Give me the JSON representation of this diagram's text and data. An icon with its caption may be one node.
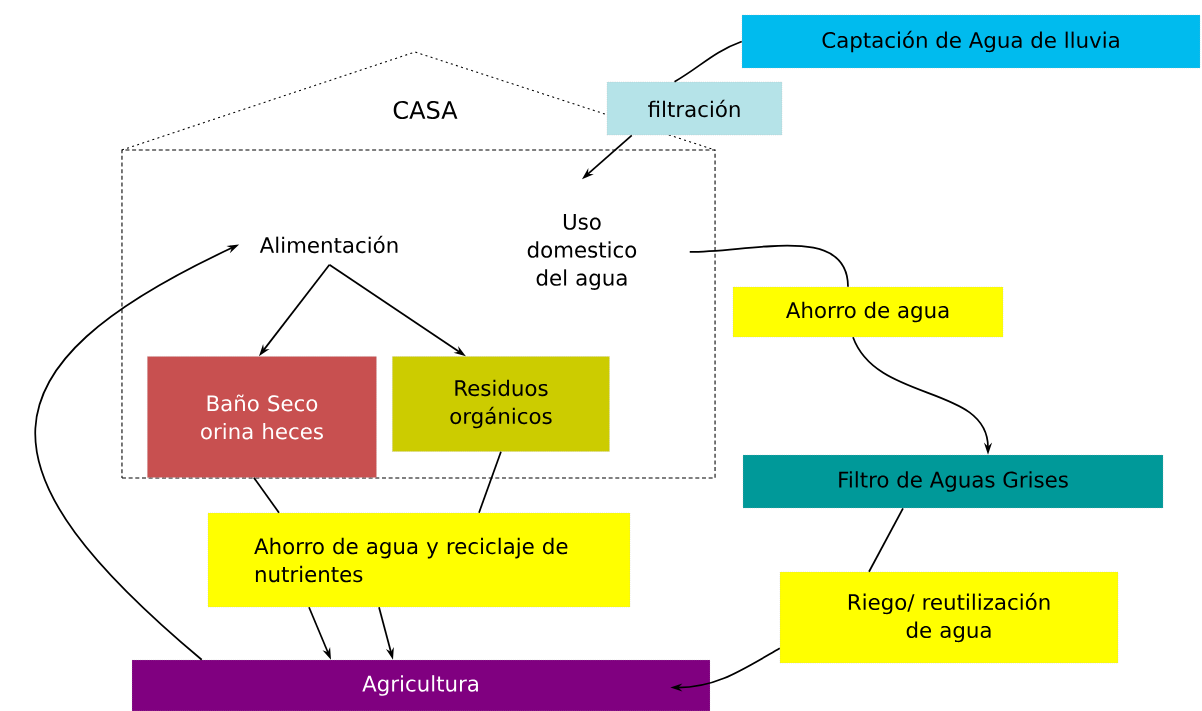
{
  "diagram": {
    "nodes": [
      {
        "text": [
          "CASA"
        ]
      },
      {
        "text": [
          "Captación de Agua de lluvia"
        ]
      },
      {
        "text": [
          "filtración"
        ]
      },
      {
        "text": [
          "Uso domestico del agua"
        ],
        "in": 0
      },
      {
        "text": [
          "Alimentación"
        ],
        "in": 0
      },
      {
        "text": [
          "Baño Seco orina heces"
        ],
        "in": 0
      },
      {
        "text": [
          "Residuos orgánicos"
        ],
        "in": 0
      },
      {
        "text": [
          "Ahorro de agua"
        ]
      },
      {
        "text": [
          "Filtro de Aguas Grises"
        ]
      },
      {
        "text": [
          "Ahorro de agua y reciclaje de nutrientes"
        ]
      },
      {
        "text": [
          "Riego/ reutilización de agua"
        ]
      },
      {
        "text": [
          "Agricultura"
        ]
      }
    ],
    "edges": [
      {
        "from": 1,
        "to": 2,
        "arrow": "none"
      },
      {
        "from": 2,
        "to": 3,
        "arrow": "to"
      },
      {
        "from": 3,
        "to": 7,
        "arrow": "none"
      },
      {
        "from": 7,
        "to": 8,
        "arrow": "to"
      },
      {
        "from": 4,
        "to": 5,
        "arrow": "to"
      },
      {
        "from": 4,
        "to": 6,
        "arrow": "to"
      },
      {
        "from": 5,
        "to": 9,
        "arrow": "none"
      },
      {
        "from": 6,
        "to": 9,
        "arrow": "none"
      },
      {
        "from": 9,
        "to": 11,
        "arrow": "to"
      },
      {
        "from": 9,
        "to": 11,
        "arrow": "to"
      },
      {
        "from": 8,
        "to": 10,
        "arrow": "none"
      },
      {
        "from": 10,
        "to": 11,
        "arrow": "to"
      },
      {
        "from": 11,
        "to": 4,
        "arrow": "to"
      }
    ]
  }
}
